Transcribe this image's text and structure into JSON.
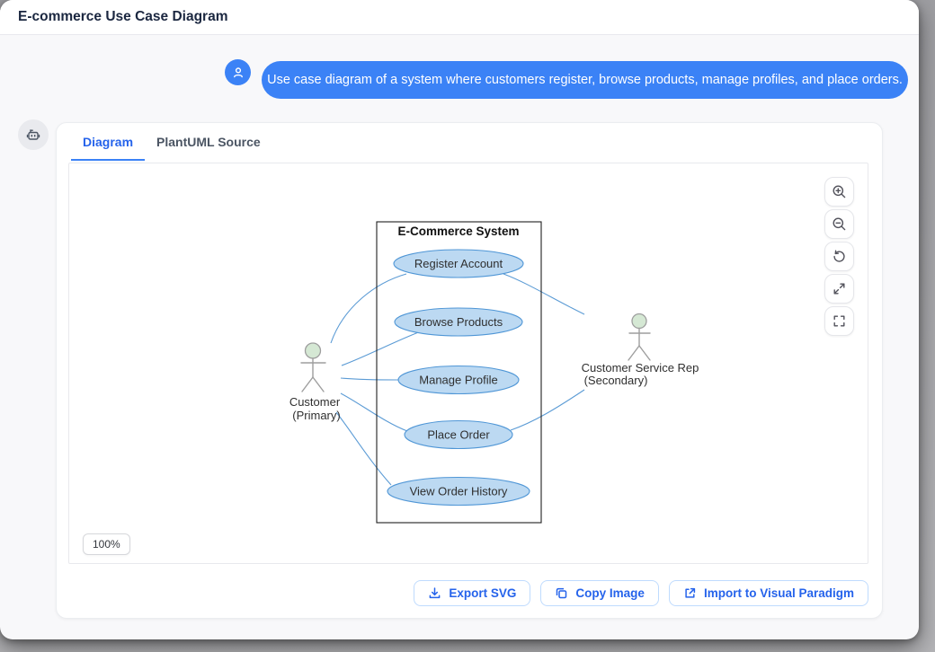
{
  "window": {
    "title": "E-commerce Use Case Diagram"
  },
  "chat": {
    "message": "Use case diagram of a system where customers register, browse products, manage profiles, and place orders."
  },
  "tabs": [
    {
      "label": "Diagram",
      "active": true
    },
    {
      "label": "PlantUML Source",
      "active": false
    }
  ],
  "viewer": {
    "zoom_level": "100%",
    "controls": [
      "zoom-in",
      "zoom-out",
      "reset-view",
      "expand",
      "fullscreen"
    ]
  },
  "actions": [
    {
      "label": "Export SVG",
      "icon": "download-icon"
    },
    {
      "label": "Copy Image",
      "icon": "copy-icon"
    },
    {
      "label": "Import to Visual Paradigm",
      "icon": "external-link-icon"
    }
  ],
  "diagram": {
    "system_title": "E-Commerce System",
    "use_cases": [
      "Register Account",
      "Browse Products",
      "Manage Profile",
      "Place Order",
      "View Order History"
    ],
    "actors": [
      {
        "name": "Customer",
        "role": "(Primary)"
      },
      {
        "name": "Customer Service Rep",
        "role": "(Secondary)"
      }
    ],
    "associations": [
      {
        "from": "Customer",
        "to": "Register Account"
      },
      {
        "from": "Customer",
        "to": "Browse Products"
      },
      {
        "from": "Customer",
        "to": "Manage Profile"
      },
      {
        "from": "Customer",
        "to": "Place Order"
      },
      {
        "from": "Customer",
        "to": "View Order History"
      },
      {
        "from": "Customer Service Rep",
        "to": "Register Account"
      },
      {
        "from": "Customer Service Rep",
        "to": "Place Order"
      }
    ]
  },
  "colors": {
    "accent": "#3b82f6",
    "tab_active": "#2563eb",
    "usecase_fill": "#bcd9f2",
    "usecase_stroke": "#4f96d6",
    "edge_line": "#5b9bd5",
    "actor_head_fill": "#d5e8d4",
    "actor_stroke": "#9e9e9e"
  }
}
